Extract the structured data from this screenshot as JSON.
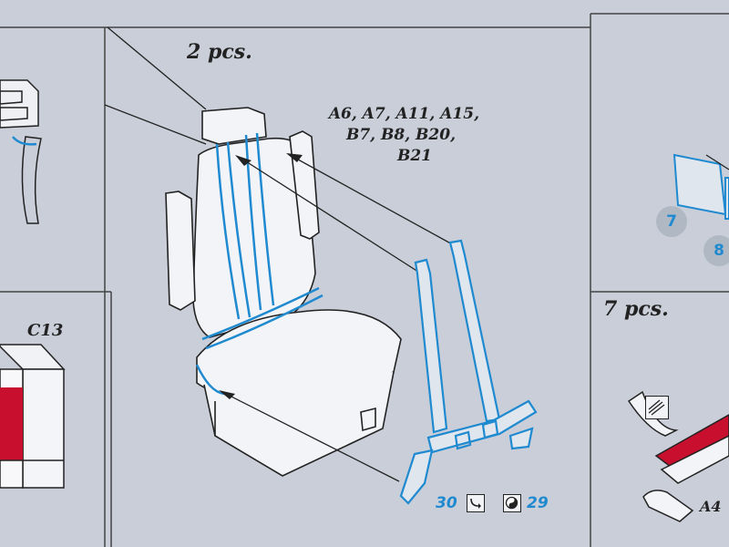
{
  "labels": {
    "qty_main": "2 pcs.",
    "parts_line1": "A6, A7, A11, A15,",
    "parts_line2": "B7, B8, B20,",
    "parts_line3": "B21",
    "c13": "C13",
    "qty_right": "7 pcs.",
    "a4": "A4",
    "num_30": "30",
    "num_29": "29",
    "num_7": "7",
    "num_8": "8"
  },
  "colors": {
    "paper": "#c9ced8",
    "line": "#222222",
    "etch_blue": "#1f8ad0",
    "accent_red": "#c8102e"
  },
  "icons": {
    "fold": "curve-arrow-icon",
    "glue": "yin-yang-icon"
  }
}
